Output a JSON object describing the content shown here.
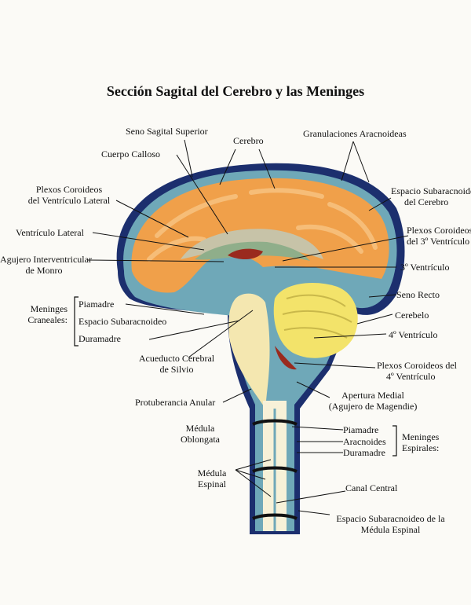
{
  "title": "Sección Sagital del Cerebro y las Meninges",
  "labels": {
    "seno_sagital_superior": "Seno Sagital Superior",
    "cerebro": "Cerebro",
    "granulaciones": "Granulaciones Aracnoideas",
    "cuerpo_calloso": "Cuerpo Calloso",
    "plexos_lateral_1": "Plexos Coroideos",
    "plexos_lateral_2": "del Ventrículo Lateral",
    "espacio_cerebro_1": "Espacio Subaracnoideo",
    "espacio_cerebro_2": "del Cerebro",
    "ventriculo_lateral": "Ventrículo Lateral",
    "plexos_3_1": "Plexos Coroideos",
    "plexos_3_2": "del 3º Ventrículo",
    "agujero_1": "Agujero Interventricular",
    "agujero_2": "de Monro",
    "tercer_ventriculo": "3º Ventrículo",
    "meninges_craneales_1": "Meninges",
    "meninges_craneales_2": "Craneales:",
    "piamadre": "Piamadre",
    "espacio_subaracnoideo": "Espacio Subaracnoideo",
    "duramadre": "Duramadre",
    "seno_recto": "Seno Recto",
    "cerebelo": "Cerebelo",
    "cuarto_ventriculo": "4º Ventrículo",
    "acueducto_1": "Acueducto Cerebral",
    "acueducto_2": "de Silvio",
    "plexos_4_1": "Plexos Coroideos del",
    "plexos_4_2": "4º Ventrículo",
    "protuberancia": "Protuberancia Anular",
    "apertura_1": "Apertura Medial",
    "apertura_2": "(Agujero de Magendie)",
    "medula_oblongata_1": "Médula",
    "medula_oblongata_2": "Oblongata",
    "piamadre_esp": "Piamadre",
    "aracnoides_esp": "Aracnoides",
    "duramadre_esp": "Duramadre",
    "meninges_espinales_1": "Meninges",
    "meninges_espinales_2": "Espirales:",
    "medula_espinal_1": "Médula",
    "medula_espinal_2": "Espinal",
    "canal_central": "Canal Central",
    "espacio_medula_1": "Espacio Subaracnoideo de la",
    "espacio_medula_2": "Médula Espinal"
  },
  "colors": {
    "background": "#fbfaf6",
    "dura": "#1c2f6e",
    "csf": "#6fa8b8",
    "cerebrum": "#f0a04a",
    "cerebrum_gyri": "#f6bd78",
    "cerebellum": "#f3e36a",
    "brainstem": "#f4e7b0",
    "choroid": "#9a2a1e"
  }
}
